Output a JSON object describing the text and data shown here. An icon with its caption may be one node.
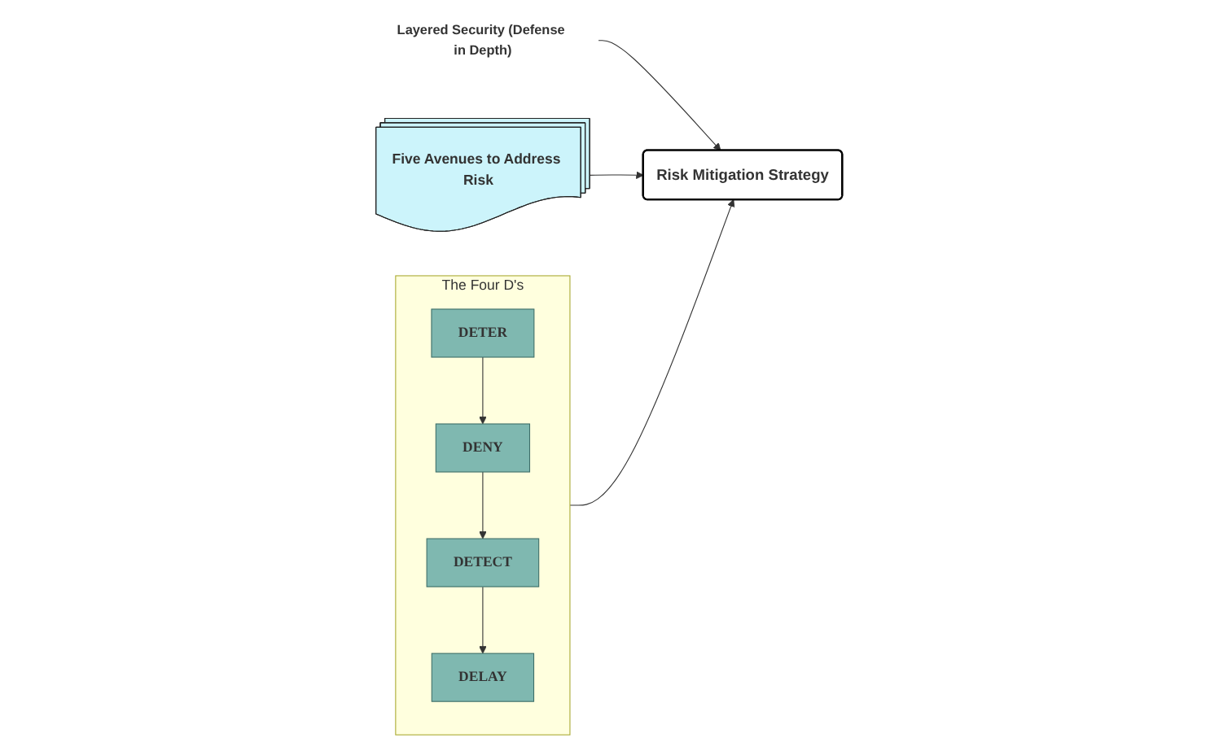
{
  "diagram": {
    "nodes": [
      {
        "text": [
          "Layered Security (Defense in Depth)"
        ]
      },
      {
        "text": [
          "Five Avenues to Address Risk"
        ]
      },
      {
        "text": [
          "Risk Mitigation Strategy"
        ]
      },
      {
        "text": [
          "The Four D's"
        ]
      },
      {
        "text": [
          "DETER"
        ],
        "in": 3
      },
      {
        "text": [
          "DENY"
        ],
        "in": 3
      },
      {
        "text": [
          "DETECT"
        ],
        "in": 3
      },
      {
        "text": [
          "DELAY"
        ],
        "in": 3
      }
    ],
    "edges": [
      {
        "from": 0,
        "to": 2,
        "arrow": "to"
      },
      {
        "from": 1,
        "to": 2,
        "arrow": "to"
      },
      {
        "from": 3,
        "to": 2,
        "arrow": "to"
      },
      {
        "from": 4,
        "to": 5,
        "arrow": "to"
      },
      {
        "from": 5,
        "to": 6,
        "arrow": "to"
      },
      {
        "from": 6,
        "to": 7,
        "arrow": "to"
      }
    ]
  }
}
